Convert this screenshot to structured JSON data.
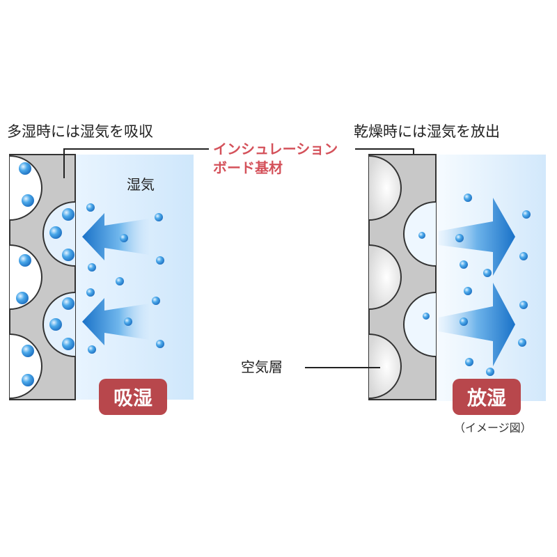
{
  "left_panel": {
    "heading": "多湿時には湿気を吸収",
    "moisture_label": "湿気",
    "badge": "吸湿"
  },
  "right_panel": {
    "heading": "乾燥時には湿気を放出",
    "air_layer_label": "空気層",
    "badge": "放湿",
    "note": "（イメージ図）"
  },
  "callout": {
    "line1": "インシュレーション",
    "line2": "ボード基材"
  },
  "colors": {
    "board_gray": "#c8c8c8",
    "moisture_blue": "#2f8fd8",
    "arrow_blue": "#1f7fd0",
    "air_zone": "#dcefff",
    "badge_red": "#b8474c",
    "callout_red": "#d4515a"
  }
}
